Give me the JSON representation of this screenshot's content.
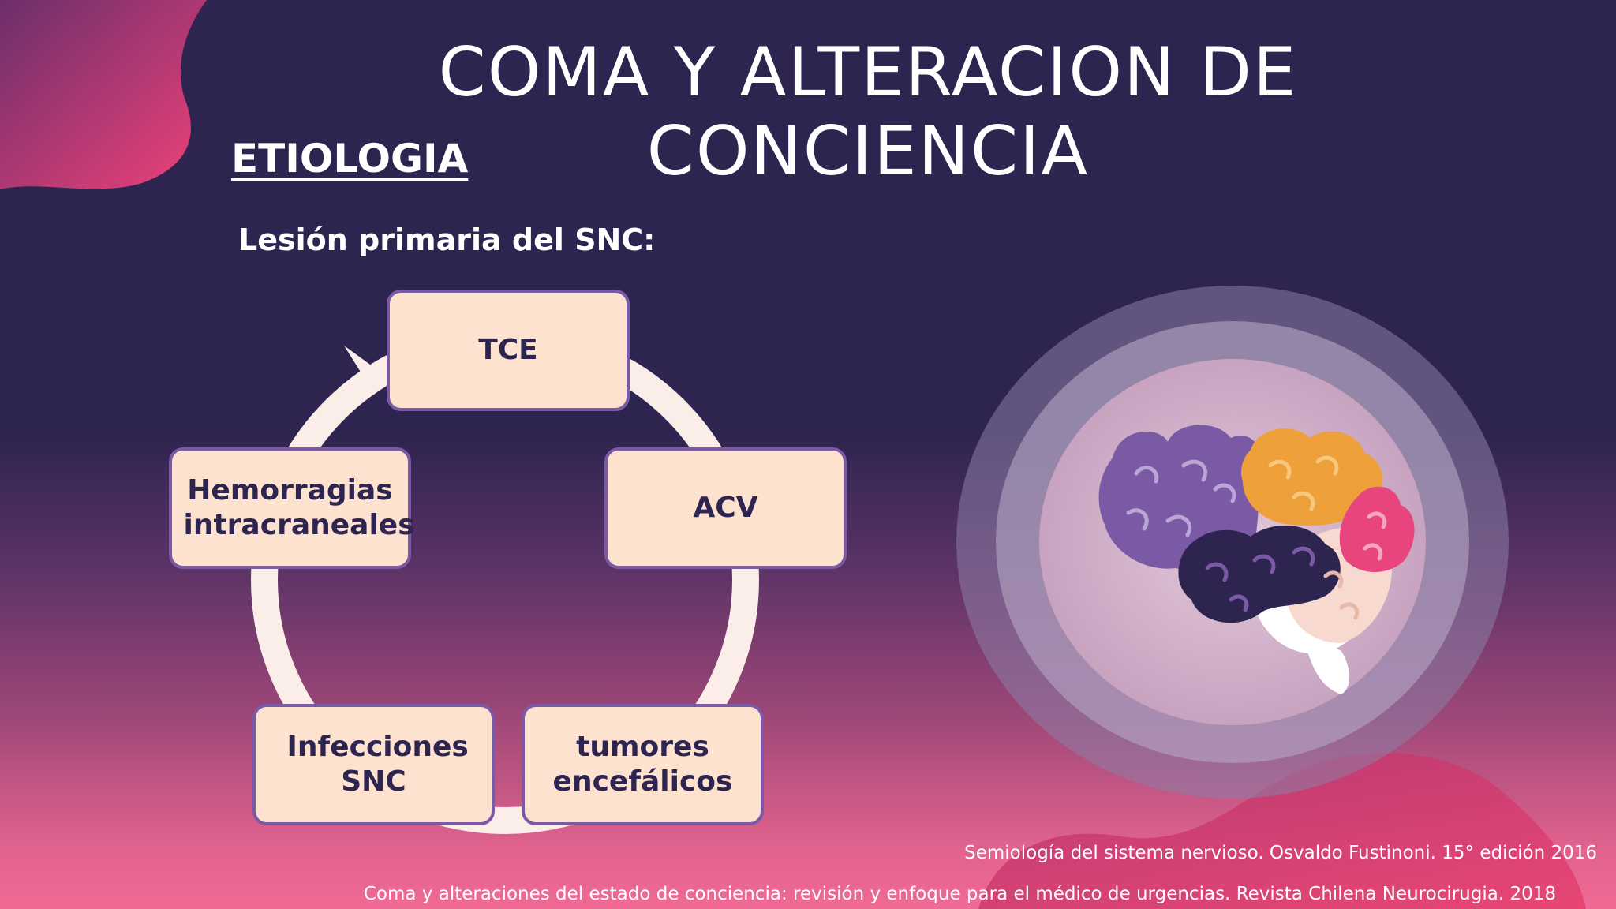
{
  "slide": {
    "title": "COMA Y ALTERACION DE CONCIENCIA",
    "subtitle": "ETIOLOGIA",
    "lead": "Lesión primaria del SNC:"
  },
  "diagram": {
    "type": "cycle",
    "nodes": [
      {
        "label": "TCE"
      },
      {
        "label": "ACV"
      },
      {
        "label": "tumores encefálicos"
      },
      {
        "label": "Infecciones SNC"
      },
      {
        "label": "Hemorragias intracraneales"
      }
    ]
  },
  "references": [
    "Semiología del sistema nervioso. Osvaldo Fustinoni. 15° edición 2016",
    "Coma y alteraciones del estado de conciencia: revisión y enfoque para el médico de urgencias. Revista Chilena Neurocirugia. 2018"
  ],
  "colors": {
    "background_top": "#2e2450",
    "background_bottom": "#f06a94",
    "node_fill": "#fde2cf",
    "node_border": "#7b5aa5",
    "node_text": "#2e2450",
    "ring": "#fbeee8",
    "brain_purple": "#7b5aa5",
    "brain_orange": "#eea13a",
    "brain_pink": "#e8457e",
    "brain_dark": "#2e2450",
    "brain_peach": "#f7d9cf"
  }
}
